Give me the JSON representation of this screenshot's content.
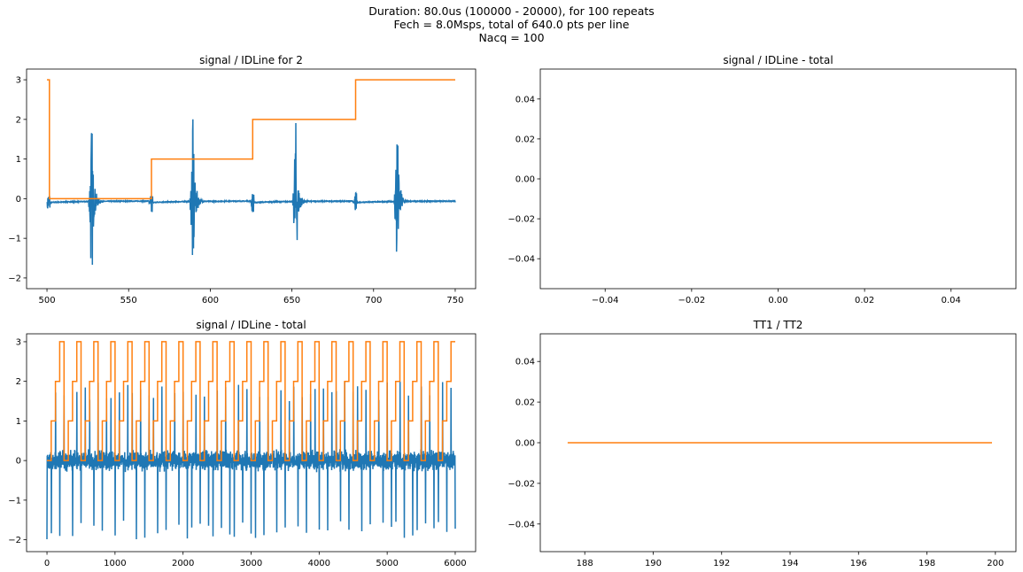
{
  "suptitle": [
    "Duration: 80.0us (100000 - 20000), for 100 repeats",
    "Fech = 8.0Msps, total of 640.0 pts per line",
    "Nacq = 100"
  ],
  "colors": {
    "signal": "#1f77b4",
    "idline": "#ff7f0e"
  },
  "chart_data": [
    {
      "type": "line",
      "title": "signal / IDLine for 2",
      "xlim": [
        487.5,
        762.5
      ],
      "ylim": [
        -2.27,
        3.27
      ],
      "xticks": [
        500,
        550,
        600,
        650,
        700,
        750
      ],
      "xtick_labels": [
        "500",
        "550",
        "600",
        "650",
        "700",
        "750"
      ],
      "yticks": [
        -2,
        -1,
        0,
        1,
        2,
        3
      ],
      "ytick_labels": [
        "−2",
        "−1",
        "0",
        "1",
        "2",
        "3"
      ],
      "series": [
        {
          "name": "signal",
          "type": "bursts",
          "x_range": [
            500,
            750
          ],
          "baseline": -0.06,
          "large_bursts": [
            527,
            589,
            652,
            714
          ],
          "large_amplitude": 2.0,
          "small_bursts": [
            501,
            564,
            626,
            689
          ],
          "small_amplitude": 0.25
        },
        {
          "name": "IDLine",
          "type": "step",
          "x": [
            500,
            501.5,
            501.5,
            564,
            564,
            626,
            626,
            689,
            689,
            750
          ],
          "y": [
            3,
            3,
            0,
            0,
            1,
            1,
            2,
            2,
            3,
            3
          ]
        }
      ]
    },
    {
      "type": "line",
      "title": "signal / IDLine - total",
      "xlim": [
        -0.055,
        0.055
      ],
      "ylim": [
        -0.055,
        0.055
      ],
      "xticks": [
        -0.04,
        -0.02,
        0,
        0.02,
        0.04
      ],
      "xtick_labels": [
        "−0.04",
        "−0.02",
        "0.00",
        "0.02",
        "0.04"
      ],
      "yticks": [
        -0.04,
        -0.02,
        0,
        0.02,
        0.04
      ],
      "ytick_labels": [
        "−0.04",
        "−0.02",
        "0.00",
        "0.02",
        "0.04"
      ],
      "series": []
    },
    {
      "type": "line",
      "title": "signal / IDLine - total",
      "xlim": [
        -300,
        6300
      ],
      "ylim": [
        -2.3,
        3.2
      ],
      "xticks": [
        0,
        1000,
        2000,
        3000,
        4000,
        5000,
        6000
      ],
      "xtick_labels": [
        "0",
        "1000",
        "2000",
        "3000",
        "4000",
        "5000",
        "6000"
      ],
      "yticks": [
        -2,
        -1,
        0,
        1,
        2,
        3
      ],
      "ytick_labels": [
        "−2",
        "−1",
        "0",
        "1",
        "2",
        "3"
      ],
      "series": [
        {
          "name": "signal",
          "type": "bursts",
          "x_range": [
            0,
            6000
          ],
          "baseline": 0,
          "burst_period": 62.5,
          "large_amplitude": 2.0,
          "noise_band": 0.3
        },
        {
          "name": "IDLine",
          "type": "periodic_step",
          "x_range": [
            0,
            6000
          ],
          "step_width": 62.5,
          "levels": [
            0,
            1,
            2,
            3
          ]
        }
      ]
    },
    {
      "type": "line",
      "title": "TT1 / TT2",
      "xlim": [
        186.7,
        200.6
      ],
      "ylim": [
        -0.0536,
        0.0536
      ],
      "xticks": [
        188,
        190,
        192,
        194,
        196,
        198,
        200
      ],
      "xtick_labels": [
        "188",
        "190",
        "192",
        "194",
        "196",
        "198",
        "200"
      ],
      "yticks": [
        -0.04,
        -0.02,
        0,
        0.02,
        0.04
      ],
      "ytick_labels": [
        "−0.04",
        "−0.02",
        "0.00",
        "0.02",
        "0.04"
      ],
      "series": [
        {
          "name": "TT1/TT2",
          "type": "line",
          "x": [
            187.5,
            199.9
          ],
          "y": [
            0,
            0
          ]
        }
      ]
    }
  ]
}
